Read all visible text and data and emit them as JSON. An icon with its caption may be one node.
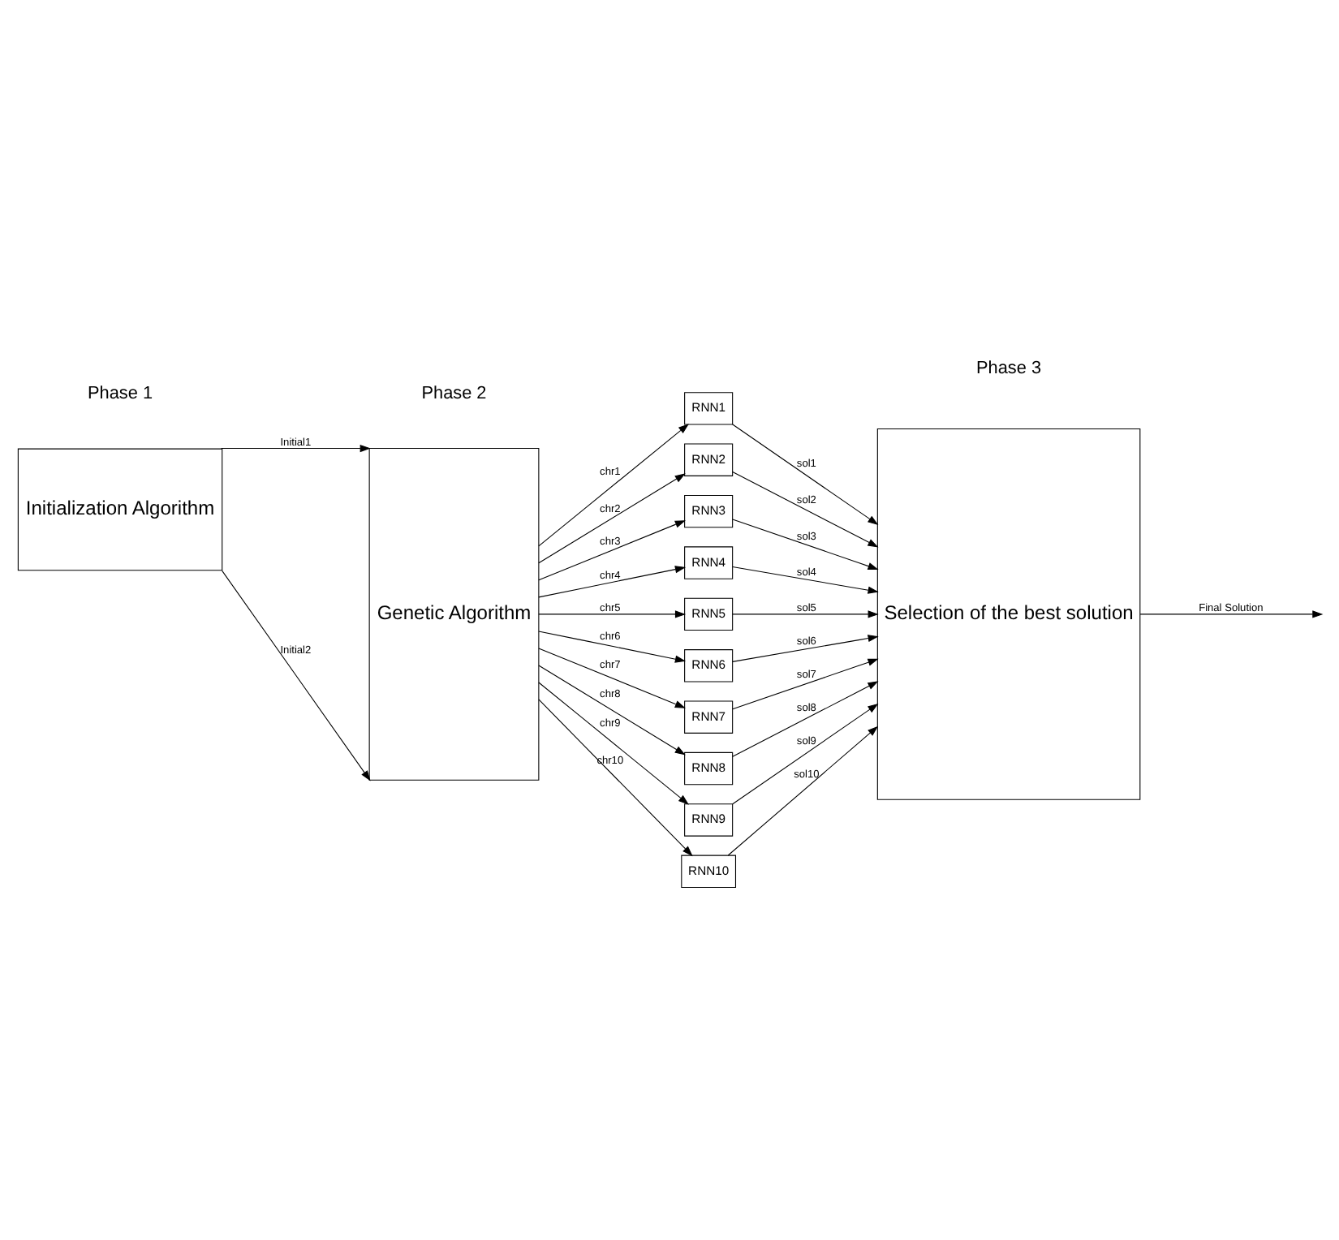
{
  "diagram": {
    "nodes": [
      {
        "text": [
          "Initialization Algorithm"
        ]
      },
      {
        "text": [
          "Genetic Algorithm"
        ]
      },
      {
        "text": [
          "RNN1"
        ]
      },
      {
        "text": [
          "RNN2"
        ]
      },
      {
        "text": [
          "RNN3"
        ]
      },
      {
        "text": [
          "RNN4"
        ]
      },
      {
        "text": [
          "RNN5"
        ]
      },
      {
        "text": [
          "RNN6"
        ]
      },
      {
        "text": [
          "RNN7"
        ]
      },
      {
        "text": [
          "RNN8"
        ]
      },
      {
        "text": [
          "RNN9"
        ]
      },
      {
        "text": [
          "RNN10"
        ]
      },
      {
        "text": [
          "Selection of the best solution"
        ]
      }
    ],
    "edges": [
      {
        "from": 0,
        "to": 1,
        "arrow": "to",
        "label": "Initial1"
      },
      {
        "from": 0,
        "to": 1,
        "arrow": "to",
        "label": "Initial2"
      },
      {
        "from": 1,
        "to": 2,
        "arrow": "to",
        "label": "chr1"
      },
      {
        "from": 1,
        "to": 3,
        "arrow": "to",
        "label": "chr2"
      },
      {
        "from": 1,
        "to": 4,
        "arrow": "to",
        "label": "chr3"
      },
      {
        "from": 1,
        "to": 5,
        "arrow": "to",
        "label": "chr4"
      },
      {
        "from": 1,
        "to": 6,
        "arrow": "to",
        "label": "chr5"
      },
      {
        "from": 1,
        "to": 7,
        "arrow": "to",
        "label": "chr6"
      },
      {
        "from": 1,
        "to": 8,
        "arrow": "to",
        "label": "chr7"
      },
      {
        "from": 1,
        "to": 9,
        "arrow": "to",
        "label": "chr8"
      },
      {
        "from": 1,
        "to": 10,
        "arrow": "to",
        "label": "chr9"
      },
      {
        "from": 1,
        "to": 11,
        "arrow": "to",
        "label": "chr10"
      },
      {
        "from": 2,
        "to": 12,
        "arrow": "to",
        "label": "sol1"
      },
      {
        "from": 3,
        "to": 12,
        "arrow": "to",
        "label": "sol2"
      },
      {
        "from": 4,
        "to": 12,
        "arrow": "to",
        "label": "sol3"
      },
      {
        "from": 5,
        "to": 12,
        "arrow": "to",
        "label": "sol4"
      },
      {
        "from": 6,
        "to": 12,
        "arrow": "to",
        "label": "sol5"
      },
      {
        "from": 7,
        "to": 12,
        "arrow": "to",
        "label": "sol6"
      },
      {
        "from": 8,
        "to": 12,
        "arrow": "to",
        "label": "sol7"
      },
      {
        "from": 9,
        "to": 12,
        "arrow": "to",
        "label": "sol8"
      },
      {
        "from": 10,
        "to": 12,
        "arrow": "to",
        "label": "sol9"
      },
      {
        "from": 11,
        "to": 12,
        "arrow": "to",
        "label": "sol10"
      },
      {
        "from": 12,
        "to": null,
        "arrow": "to",
        "label": "Final Solution"
      }
    ],
    "labels": [
      "Phase 1",
      "Phase 2",
      "Phase 3"
    ]
  }
}
